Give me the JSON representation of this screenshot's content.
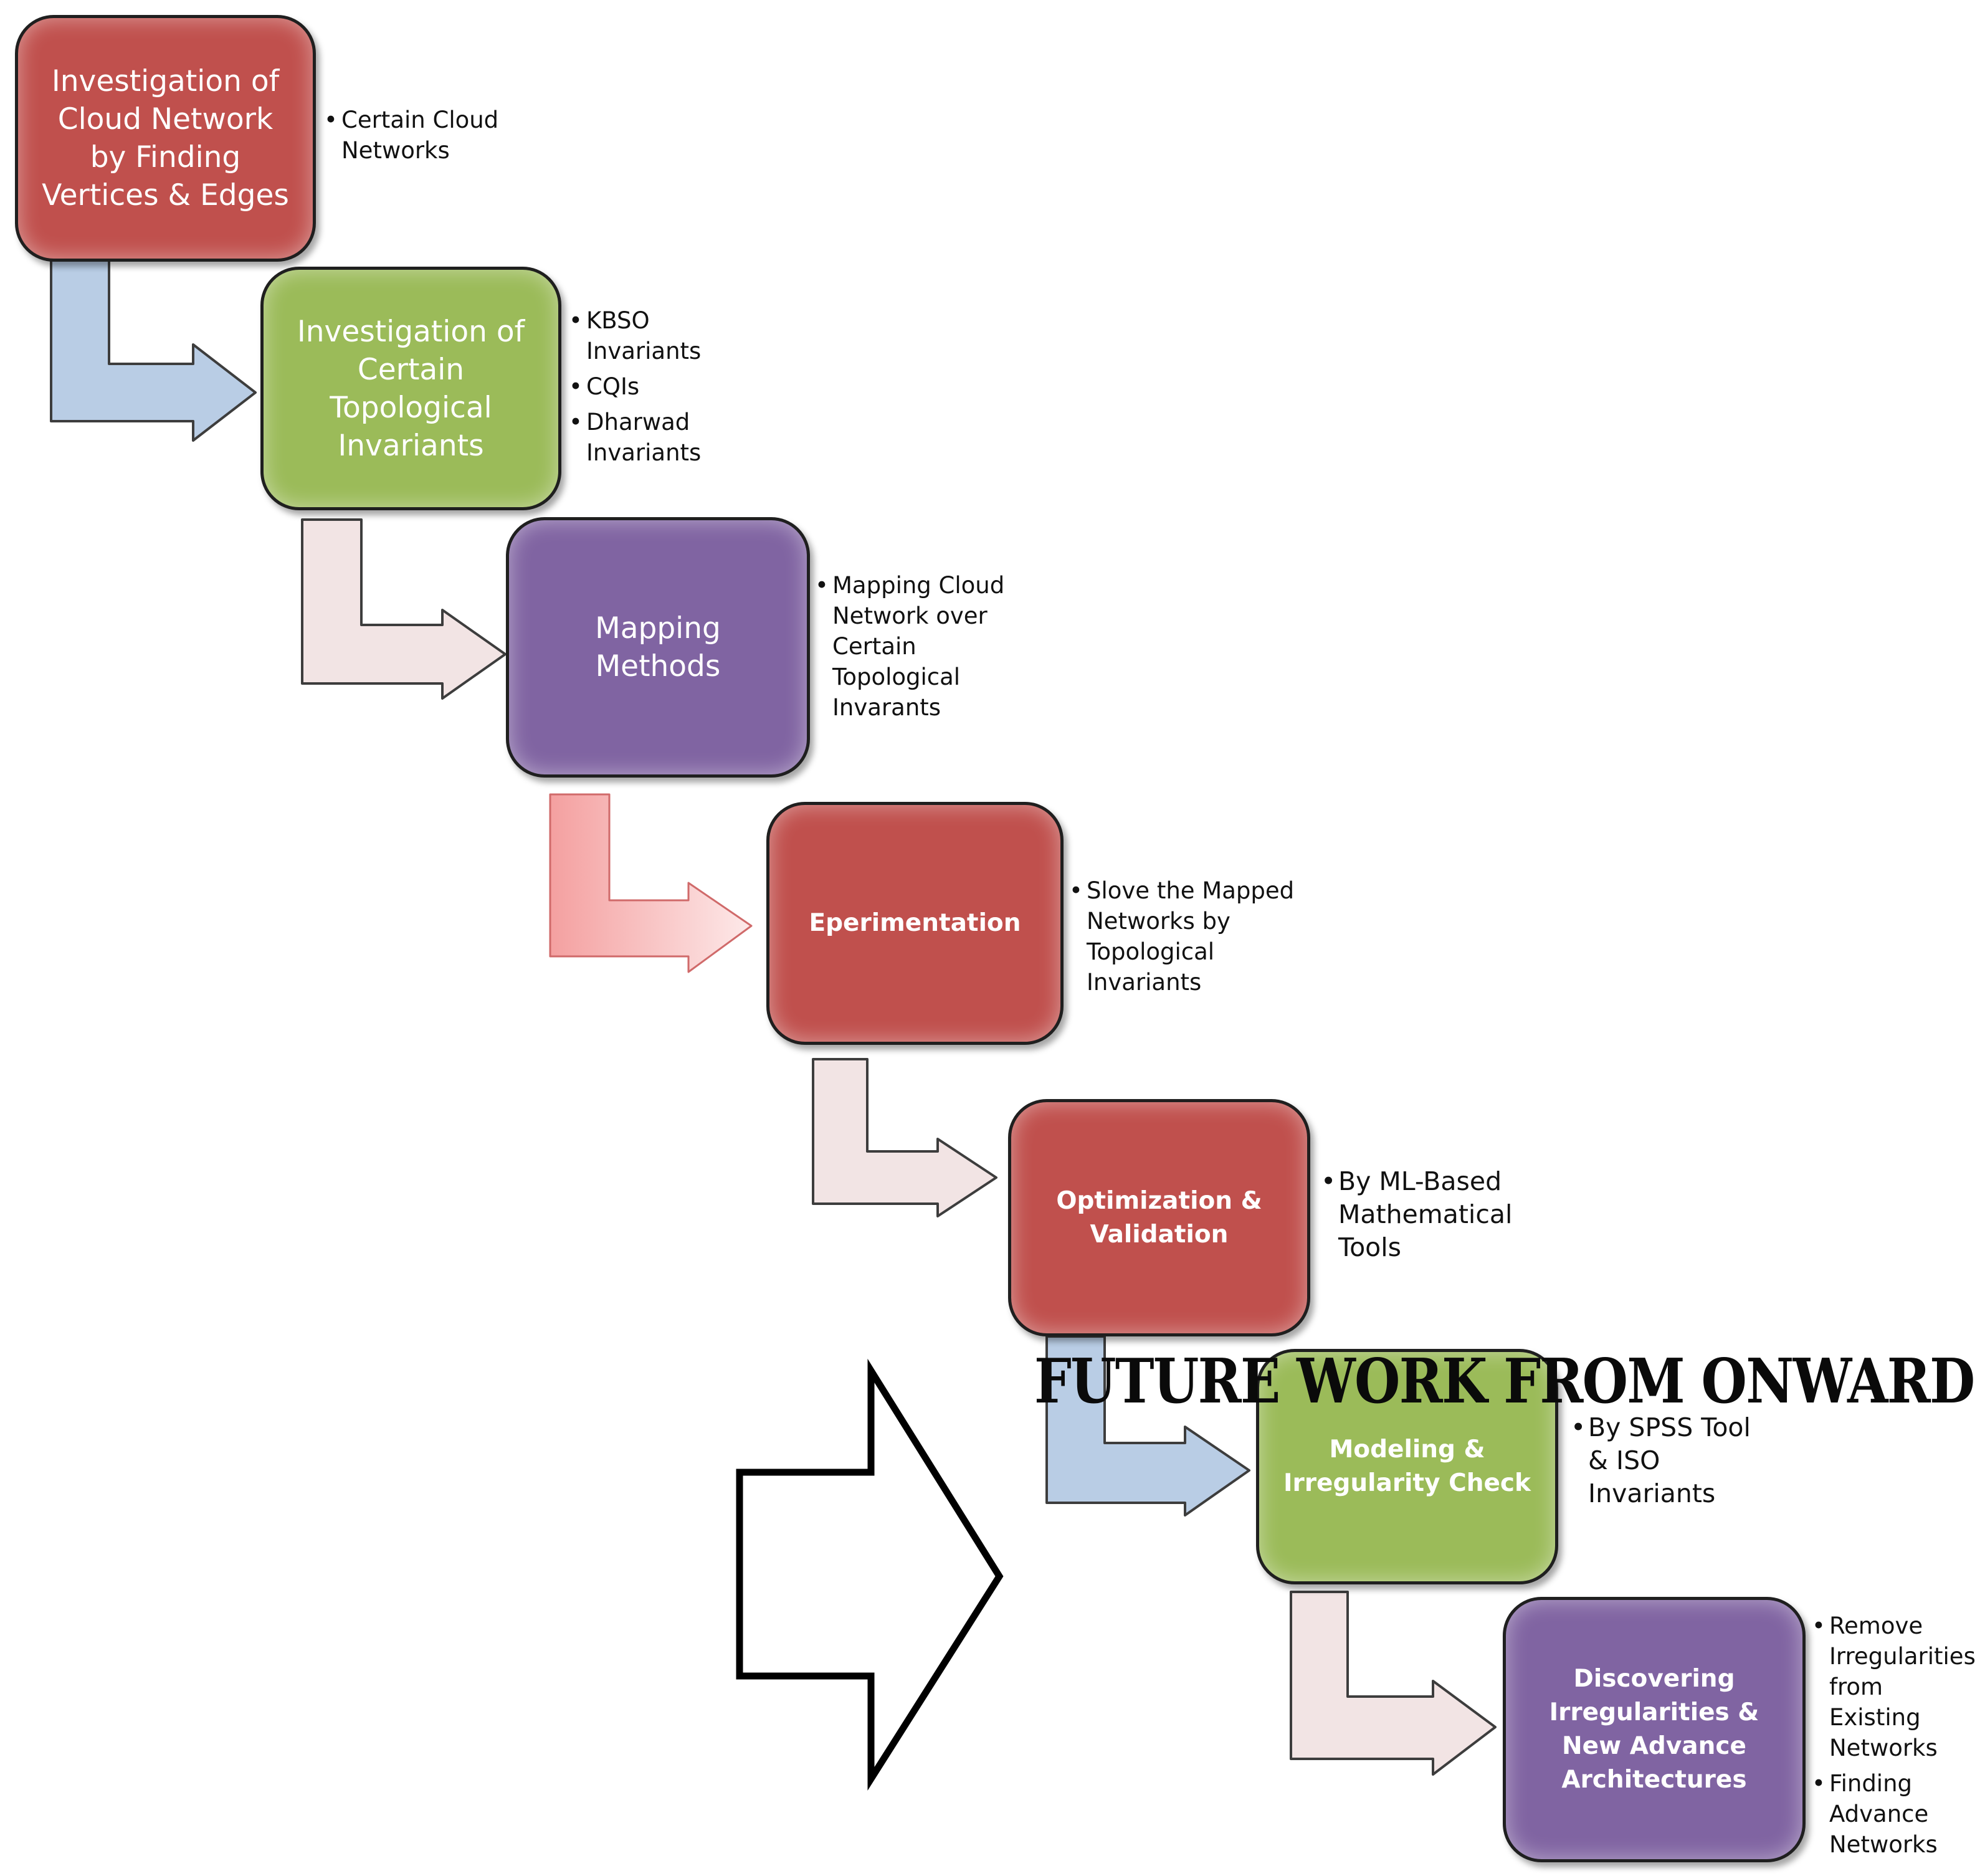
{
  "steps": [
    {
      "label": "Investigation of\nCloud Network\nby Finding\nVertices & Edges",
      "color": "#c0504d",
      "bullets": [
        "Certain Cloud\nNetworks"
      ]
    },
    {
      "label": "Investigation of\nCertain\nTopological\nInvariants",
      "color": "#9bbb59",
      "bullets": [
        "KBSO\nInvariants",
        "CQIs",
        "Dharwad\nInvariants"
      ]
    },
    {
      "label": "Mapping\nMethods",
      "color": "#8064a2",
      "bullets": [
        "Mapping Cloud\nNetwork over\nCertain\nTopological\nInvarants"
      ]
    },
    {
      "label": "Eperimentation",
      "color": "#c0504d",
      "bullets": [
        "Slove the Mapped\nNetworks by\nTopological\nInvariants"
      ]
    },
    {
      "label": "Optimization &\nValidation",
      "color": "#c0504d",
      "bullets": [
        "By ML-Based\nMathematical\nTools"
      ]
    },
    {
      "label": "Modeling &\nIrregularity Check",
      "color": "#9bbb59",
      "bullets": [
        "By SPSS Tool\n& ISO\nInvariants"
      ]
    },
    {
      "label": "Discovering\nIrregularities &\nNew Advance\nArchitectures",
      "color": "#8064a2",
      "bullets": [
        "Remove\nIrregularities\nfrom Existing\nNetworks",
        "Finding\nAdvance\nNetworks"
      ]
    }
  ],
  "connector_colors": [
    "#b9cde5",
    "#f2e4e4",
    "#f4a0a0",
    "#f2e4e4",
    "#b9cde5",
    "#f2e4e4"
  ],
  "future_banner": "FUTURE WORK FROM ONWARD"
}
